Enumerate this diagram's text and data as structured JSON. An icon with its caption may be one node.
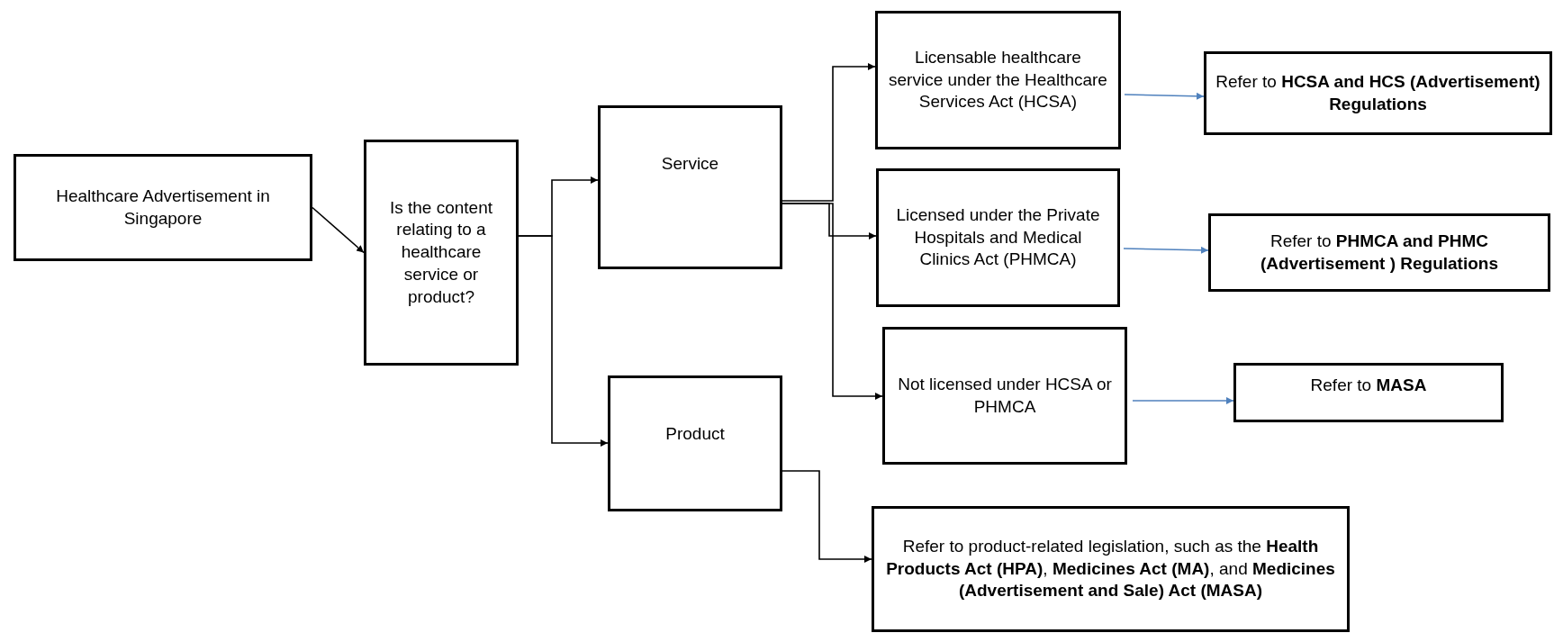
{
  "diagram": {
    "nodes": [
      {
        "text": [
          "Healthcare Advertisement in Singapore"
        ]
      },
      {
        "text": [
          "Is the content relating to a healthcare service or product?"
        ]
      },
      {
        "text": [
          "Service"
        ]
      },
      {
        "text": [
          "Product"
        ]
      },
      {
        "text": [
          "Licensable healthcare service under the Healthcare Services Act (HCSA)"
        ]
      },
      {
        "text": [
          "Licensed under the Private Hospitals and Medical Clinics Act (PHMCA)"
        ]
      },
      {
        "text": [
          "Not licensed under HCSA or PHMCA"
        ]
      },
      {
        "text": [
          "Refer to **HCSA and HCS (Advertisement) Regulations**"
        ]
      },
      {
        "text": [
          "Refer to **PHMCA and PHMC (Advertisement ) Regulations**"
        ]
      },
      {
        "text": [
          "Refer to **MASA**"
        ]
      },
      {
        "text": [
          "Refer to product-related legislation, such as the **Health Products Act (HPA)**, **Medicines Act (MA)**, and **Medicines (Advertisement and Sale) Act (MASA)**"
        ]
      }
    ],
    "edges": [
      {
        "from": 0,
        "to": 1,
        "arrow": "to"
      },
      {
        "from": 1,
        "to": 2,
        "arrow": "to"
      },
      {
        "from": 1,
        "to": 3,
        "arrow": "to"
      },
      {
        "from": 2,
        "to": 4,
        "arrow": "to"
      },
      {
        "from": 2,
        "to": 5,
        "arrow": "to"
      },
      {
        "from": 2,
        "to": 6,
        "arrow": "to"
      },
      {
        "from": 4,
        "to": 7,
        "arrow": "to",
        "color": "#4f81bd"
      },
      {
        "from": 5,
        "to": 8,
        "arrow": "to",
        "color": "#4f81bd"
      },
      {
        "from": 6,
        "to": 9,
        "arrow": "to",
        "color": "#4f81bd"
      },
      {
        "from": 3,
        "to": 10,
        "arrow": "to"
      }
    ]
  }
}
